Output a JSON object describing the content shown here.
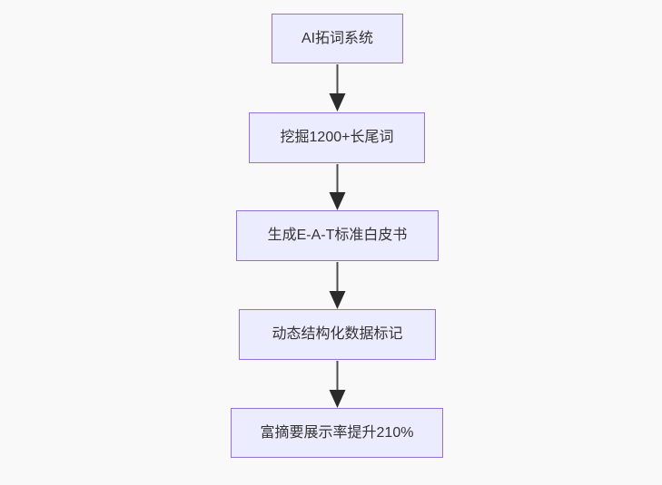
{
  "page": {
    "background_color": "#f9f9f9"
  },
  "chart_data": {
    "type": "flowchart",
    "direction": "top-down",
    "style": {
      "node_fill": "#ECECFF",
      "node_border": "#9370DB",
      "node_text_color": "#333333",
      "edge_color": "#333333"
    },
    "nodes": [
      {
        "id": "n1",
        "label": "AI拓词系统"
      },
      {
        "id": "n2",
        "label": "挖掘1200+长尾词"
      },
      {
        "id": "n3",
        "label": "生成E-A-T标准白皮书"
      },
      {
        "id": "n4",
        "label": "动态结构化数据标记"
      },
      {
        "id": "n5",
        "label": "富摘要展示率提升210%"
      }
    ],
    "edges": [
      {
        "from": "n1",
        "to": "n2",
        "arrow": "down"
      },
      {
        "from": "n2",
        "to": "n3",
        "arrow": "down"
      },
      {
        "from": "n3",
        "to": "n4",
        "arrow": "down"
      },
      {
        "from": "n4",
        "to": "n5",
        "arrow": "down"
      }
    ]
  }
}
